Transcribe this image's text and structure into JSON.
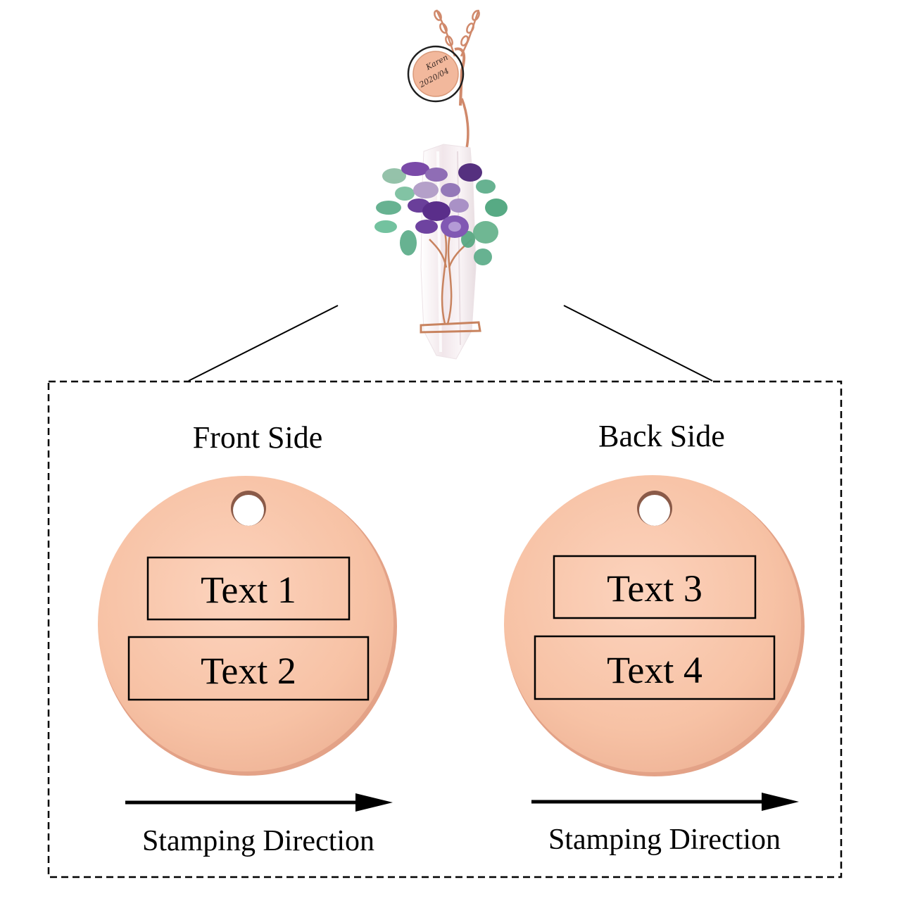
{
  "product": {
    "tag_engraving": {
      "line1": "Karen",
      "line2": "2020/04"
    },
    "colors": {
      "rose_gold": "#f7c4a8",
      "rose_gold_edge": "#e3a287",
      "chain": "#d0896b",
      "amethyst": "#6a3f9a",
      "amethyst_light": "#a98cc4",
      "aventurine": "#5fae8c",
      "crystal": "#f3ecef"
    }
  },
  "front": {
    "heading": "Front Side",
    "slots": [
      {
        "label": "Text 1"
      },
      {
        "label": "Text 2"
      }
    ],
    "direction_label": "Stamping Direction"
  },
  "back": {
    "heading": "Back Side",
    "slots": [
      {
        "label": "Text 3"
      },
      {
        "label": "Text 4"
      }
    ],
    "direction_label": "Stamping Direction"
  }
}
